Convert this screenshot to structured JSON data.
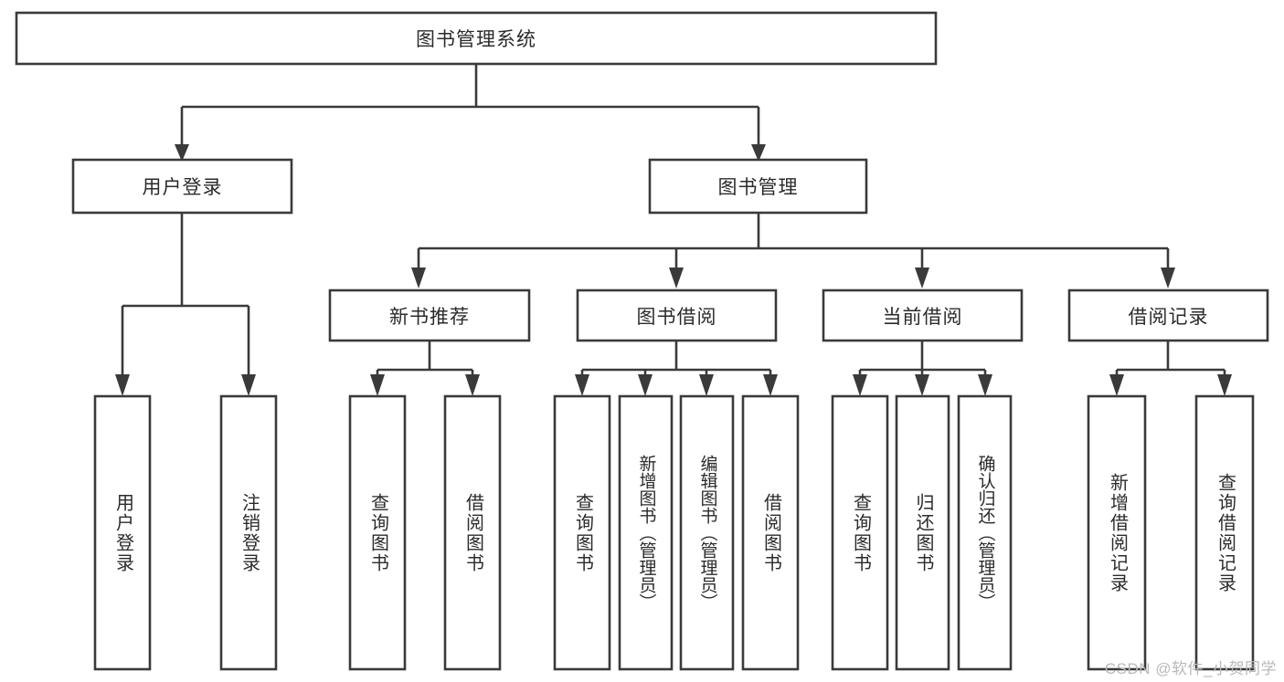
{
  "diagram": {
    "type": "tree",
    "title": "图书管理系统",
    "watermark": "CSDN @软件_小贺同学",
    "colors": {
      "stroke": "#3a3a3a",
      "box_fill": "#ffffff",
      "text": "#2b2b2b",
      "background": "#ffffff",
      "watermark": "#b9b9b9"
    },
    "root": {
      "label": "图书管理系统"
    },
    "level2": [
      {
        "label": "用户登录"
      },
      {
        "label": "图书管理"
      }
    ],
    "level3": [
      {
        "label": "新书推荐"
      },
      {
        "label": "图书借阅"
      },
      {
        "label": "当前借阅"
      },
      {
        "label": "借阅记录"
      }
    ],
    "leaves": {
      "user_login": [
        {
          "label": "用户登录"
        },
        {
          "label": "注销登录"
        }
      ],
      "new_book_rec": [
        {
          "label": "查询图书"
        },
        {
          "label": "借阅图书"
        }
      ],
      "book_borrow": [
        {
          "label": "查询图书"
        },
        {
          "label": "新增图书（管理员）"
        },
        {
          "label": "编辑图书（管理员）"
        },
        {
          "label": "借阅图书"
        }
      ],
      "current_borrow": [
        {
          "label": "查询图书"
        },
        {
          "label": "归还图书"
        },
        {
          "label": "确认归还（管理员）"
        }
      ],
      "borrow_record": [
        {
          "label": "新增借阅记录"
        },
        {
          "label": "查询借阅记录"
        }
      ]
    }
  }
}
